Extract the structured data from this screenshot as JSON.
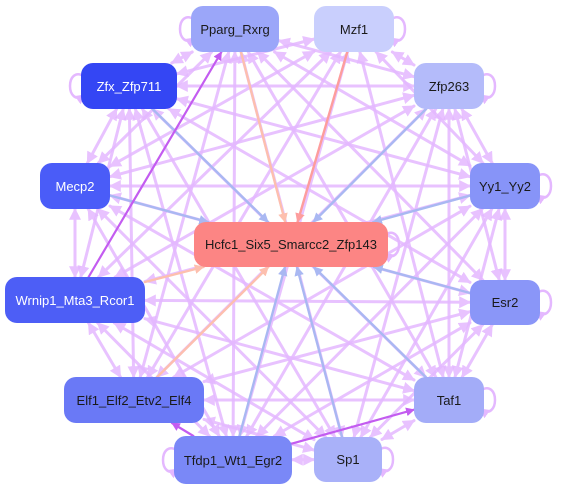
{
  "colors": {
    "edge_default": "#e4b8ff",
    "edge_blue": "#a9b8f2",
    "edge_salmon": "#fdbfae",
    "edge_red": "#fd9d9d",
    "edge_purple": "#c35cf0"
  },
  "nodes": [
    {
      "id": "pparg",
      "label": "Pparg_Rxrg",
      "color": "#9ba6f9",
      "light_text": false
    },
    {
      "id": "mzf1",
      "label": "Mzf1",
      "color": "#c9cffd",
      "light_text": false
    },
    {
      "id": "zfx",
      "label": "Zfx_Zfp711",
      "color": "#3446f4",
      "light_text": true
    },
    {
      "id": "zfp263",
      "label": "Zfp263",
      "color": "#b4bbfa",
      "light_text": false
    },
    {
      "id": "mecp2",
      "label": "Mecp2",
      "color": "#4a5cf8",
      "light_text": true
    },
    {
      "id": "yy1",
      "label": "Yy1_Yy2",
      "color": "#8794f8",
      "light_text": false
    },
    {
      "id": "hcfc1",
      "label": "Hcfc1_Six5_Smarcc2_Zfp143",
      "color": "#fc8584",
      "light_text": false
    },
    {
      "id": "wrnip1",
      "label": "Wrnip1_Mta3_Rcor1",
      "color": "#4d5ef6",
      "light_text": true
    },
    {
      "id": "esr2",
      "label": "Esr2",
      "color": "#8a96f8",
      "light_text": false
    },
    {
      "id": "elf1",
      "label": "Elf1_Elf2_Etv2_Elf4",
      "color": "#6a79f6",
      "light_text": false
    },
    {
      "id": "taf1",
      "label": "Taf1",
      "color": "#a3acf8",
      "light_text": false
    },
    {
      "id": "tfdp1",
      "label": "Tfdp1_Wt1_Egr2",
      "color": "#7a88f7",
      "light_text": false
    },
    {
      "id": "sp1",
      "label": "Sp1",
      "color": "#a9b1f9",
      "light_text": false
    }
  ],
  "edges": [
    {
      "from": "pparg",
      "to": "hcfc1",
      "style": "salmon"
    },
    {
      "from": "mzf1",
      "to": "hcfc1",
      "style": "red"
    },
    {
      "from": "zfx",
      "to": "hcfc1",
      "style": "blue"
    },
    {
      "from": "zfp263",
      "to": "hcfc1",
      "style": "blue"
    },
    {
      "from": "mecp2",
      "to": "hcfc1",
      "style": "blue"
    },
    {
      "from": "yy1",
      "to": "hcfc1",
      "style": "blue"
    },
    {
      "from": "wrnip1",
      "to": "hcfc1",
      "style": "salmon"
    },
    {
      "from": "esr2",
      "to": "hcfc1",
      "style": "blue"
    },
    {
      "from": "elf1",
      "to": "hcfc1",
      "style": "salmon"
    },
    {
      "from": "taf1",
      "to": "hcfc1",
      "style": "blue"
    },
    {
      "from": "tfdp1",
      "to": "hcfc1",
      "style": "blue"
    },
    {
      "from": "sp1",
      "to": "hcfc1",
      "style": "blue"
    },
    {
      "from": "wrnip1",
      "to": "pparg",
      "style": "purple"
    },
    {
      "from": "tfdp1",
      "to": "elf1",
      "style": "purple"
    },
    {
      "from": "tfdp1",
      "to": "taf1",
      "style": "purple"
    },
    {
      "from": "zfx",
      "to": "pparg",
      "style": "default"
    },
    {
      "from": "zfx",
      "to": "mzf1",
      "style": "default"
    },
    {
      "from": "zfx",
      "to": "zfp263",
      "style": "default"
    },
    {
      "from": "zfx",
      "to": "yy1",
      "style": "default"
    },
    {
      "from": "zfx",
      "to": "esr2",
      "style": "default"
    },
    {
      "from": "zfx",
      "to": "taf1",
      "style": "default"
    },
    {
      "from": "zfx",
      "to": "sp1",
      "style": "default"
    },
    {
      "from": "zfx",
      "to": "tfdp1",
      "style": "default"
    },
    {
      "from": "zfx",
      "to": "elf1",
      "style": "default"
    },
    {
      "from": "zfx",
      "to": "wrnip1",
      "style": "default"
    },
    {
      "from": "zfx",
      "to": "mecp2",
      "style": "default"
    },
    {
      "from": "pparg",
      "to": "zfp263",
      "style": "default"
    },
    {
      "from": "pparg",
      "to": "yy1",
      "style": "default"
    },
    {
      "from": "pparg",
      "to": "esr2",
      "style": "default"
    },
    {
      "from": "pparg",
      "to": "taf1",
      "style": "default"
    },
    {
      "from": "pparg",
      "to": "sp1",
      "style": "default"
    },
    {
      "from": "pparg",
      "to": "tfdp1",
      "style": "default"
    },
    {
      "from": "pparg",
      "to": "elf1",
      "style": "default"
    },
    {
      "from": "pparg",
      "to": "mecp2",
      "style": "default"
    },
    {
      "from": "mzf1",
      "to": "zfp263",
      "style": "default"
    },
    {
      "from": "mzf1",
      "to": "mecp2",
      "style": "default"
    },
    {
      "from": "mzf1",
      "to": "wrnip1",
      "style": "default"
    },
    {
      "from": "mzf1",
      "to": "elf1",
      "style": "default"
    },
    {
      "from": "mzf1",
      "to": "tfdp1",
      "style": "default"
    },
    {
      "from": "mzf1",
      "to": "taf1",
      "style": "default"
    },
    {
      "from": "mzf1",
      "to": "yy1",
      "style": "default"
    },
    {
      "from": "zfp263",
      "to": "mecp2",
      "style": "default"
    },
    {
      "from": "zfp263",
      "to": "wrnip1",
      "style": "default"
    },
    {
      "from": "zfp263",
      "to": "elf1",
      "style": "default"
    },
    {
      "from": "zfp263",
      "to": "tfdp1",
      "style": "default"
    },
    {
      "from": "zfp263",
      "to": "sp1",
      "style": "default"
    },
    {
      "from": "zfp263",
      "to": "taf1",
      "style": "default"
    },
    {
      "from": "zfp263",
      "to": "esr2",
      "style": "default"
    },
    {
      "from": "zfp263",
      "to": "yy1",
      "style": "default"
    },
    {
      "from": "mecp2",
      "to": "yy1",
      "style": "default"
    },
    {
      "from": "mecp2",
      "to": "esr2",
      "style": "default"
    },
    {
      "from": "mecp2",
      "to": "taf1",
      "style": "default"
    },
    {
      "from": "mecp2",
      "to": "sp1",
      "style": "default"
    },
    {
      "from": "mecp2",
      "to": "tfdp1",
      "style": "default"
    },
    {
      "from": "mecp2",
      "to": "wrnip1",
      "style": "default"
    },
    {
      "from": "yy1",
      "to": "wrnip1",
      "style": "default"
    },
    {
      "from": "yy1",
      "to": "elf1",
      "style": "default"
    },
    {
      "from": "yy1",
      "to": "tfdp1",
      "style": "default"
    },
    {
      "from": "yy1",
      "to": "sp1",
      "style": "default"
    },
    {
      "from": "yy1",
      "to": "taf1",
      "style": "default"
    },
    {
      "from": "yy1",
      "to": "esr2",
      "style": "default"
    },
    {
      "from": "wrnip1",
      "to": "esr2",
      "style": "default"
    },
    {
      "from": "wrnip1",
      "to": "taf1",
      "style": "default"
    },
    {
      "from": "wrnip1",
      "to": "sp1",
      "style": "default"
    },
    {
      "from": "wrnip1",
      "to": "tfdp1",
      "style": "default"
    },
    {
      "from": "wrnip1",
      "to": "elf1",
      "style": "default"
    },
    {
      "from": "esr2",
      "to": "elf1",
      "style": "default"
    },
    {
      "from": "esr2",
      "to": "tfdp1",
      "style": "default"
    },
    {
      "from": "esr2",
      "to": "sp1",
      "style": "default"
    },
    {
      "from": "esr2",
      "to": "taf1",
      "style": "default"
    },
    {
      "from": "elf1",
      "to": "taf1",
      "style": "default"
    },
    {
      "from": "elf1",
      "to": "sp1",
      "style": "default"
    },
    {
      "from": "taf1",
      "to": "sp1",
      "style": "default"
    },
    {
      "from": "tfdp1",
      "to": "sp1",
      "style": "default"
    }
  ],
  "self_loops": [
    "pparg",
    "mzf1",
    "zfp263",
    "zfx",
    "yy1",
    "esr2",
    "taf1",
    "sp1",
    "tfdp1",
    "hcfc1"
  ]
}
